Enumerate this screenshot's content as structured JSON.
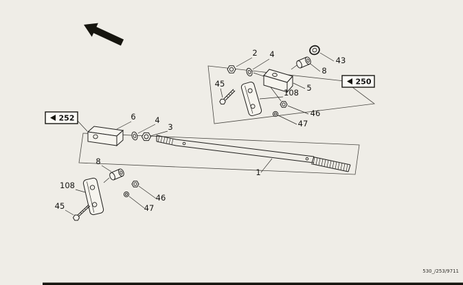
{
  "page": {
    "background": "#efede7",
    "ink": "#1d1c1a",
    "doc_code": "530_/253/9711"
  },
  "icons": {
    "direction_arrow": "arrow-up-left",
    "ref_pointer": "left-pointer"
  },
  "ref_boxes": {
    "upper": {
      "number": "250"
    },
    "left": {
      "number": "252"
    }
  },
  "callouts": {
    "rod": "1",
    "upper_nut": "2",
    "left_nut": "3",
    "upper_washer": "4",
    "left_washer": "4",
    "block": "5",
    "left_block": "6",
    "upper_bushing": "8",
    "lower_bushing": "8",
    "ring": "43",
    "upper_bolt": "45",
    "lower_bolt": "45",
    "upper_locknut": "46",
    "lower_locknut": "46",
    "upper_lockwasher": "47",
    "lower_lockwasher": "47",
    "upper_bracket": "108",
    "lower_bracket": "108"
  }
}
